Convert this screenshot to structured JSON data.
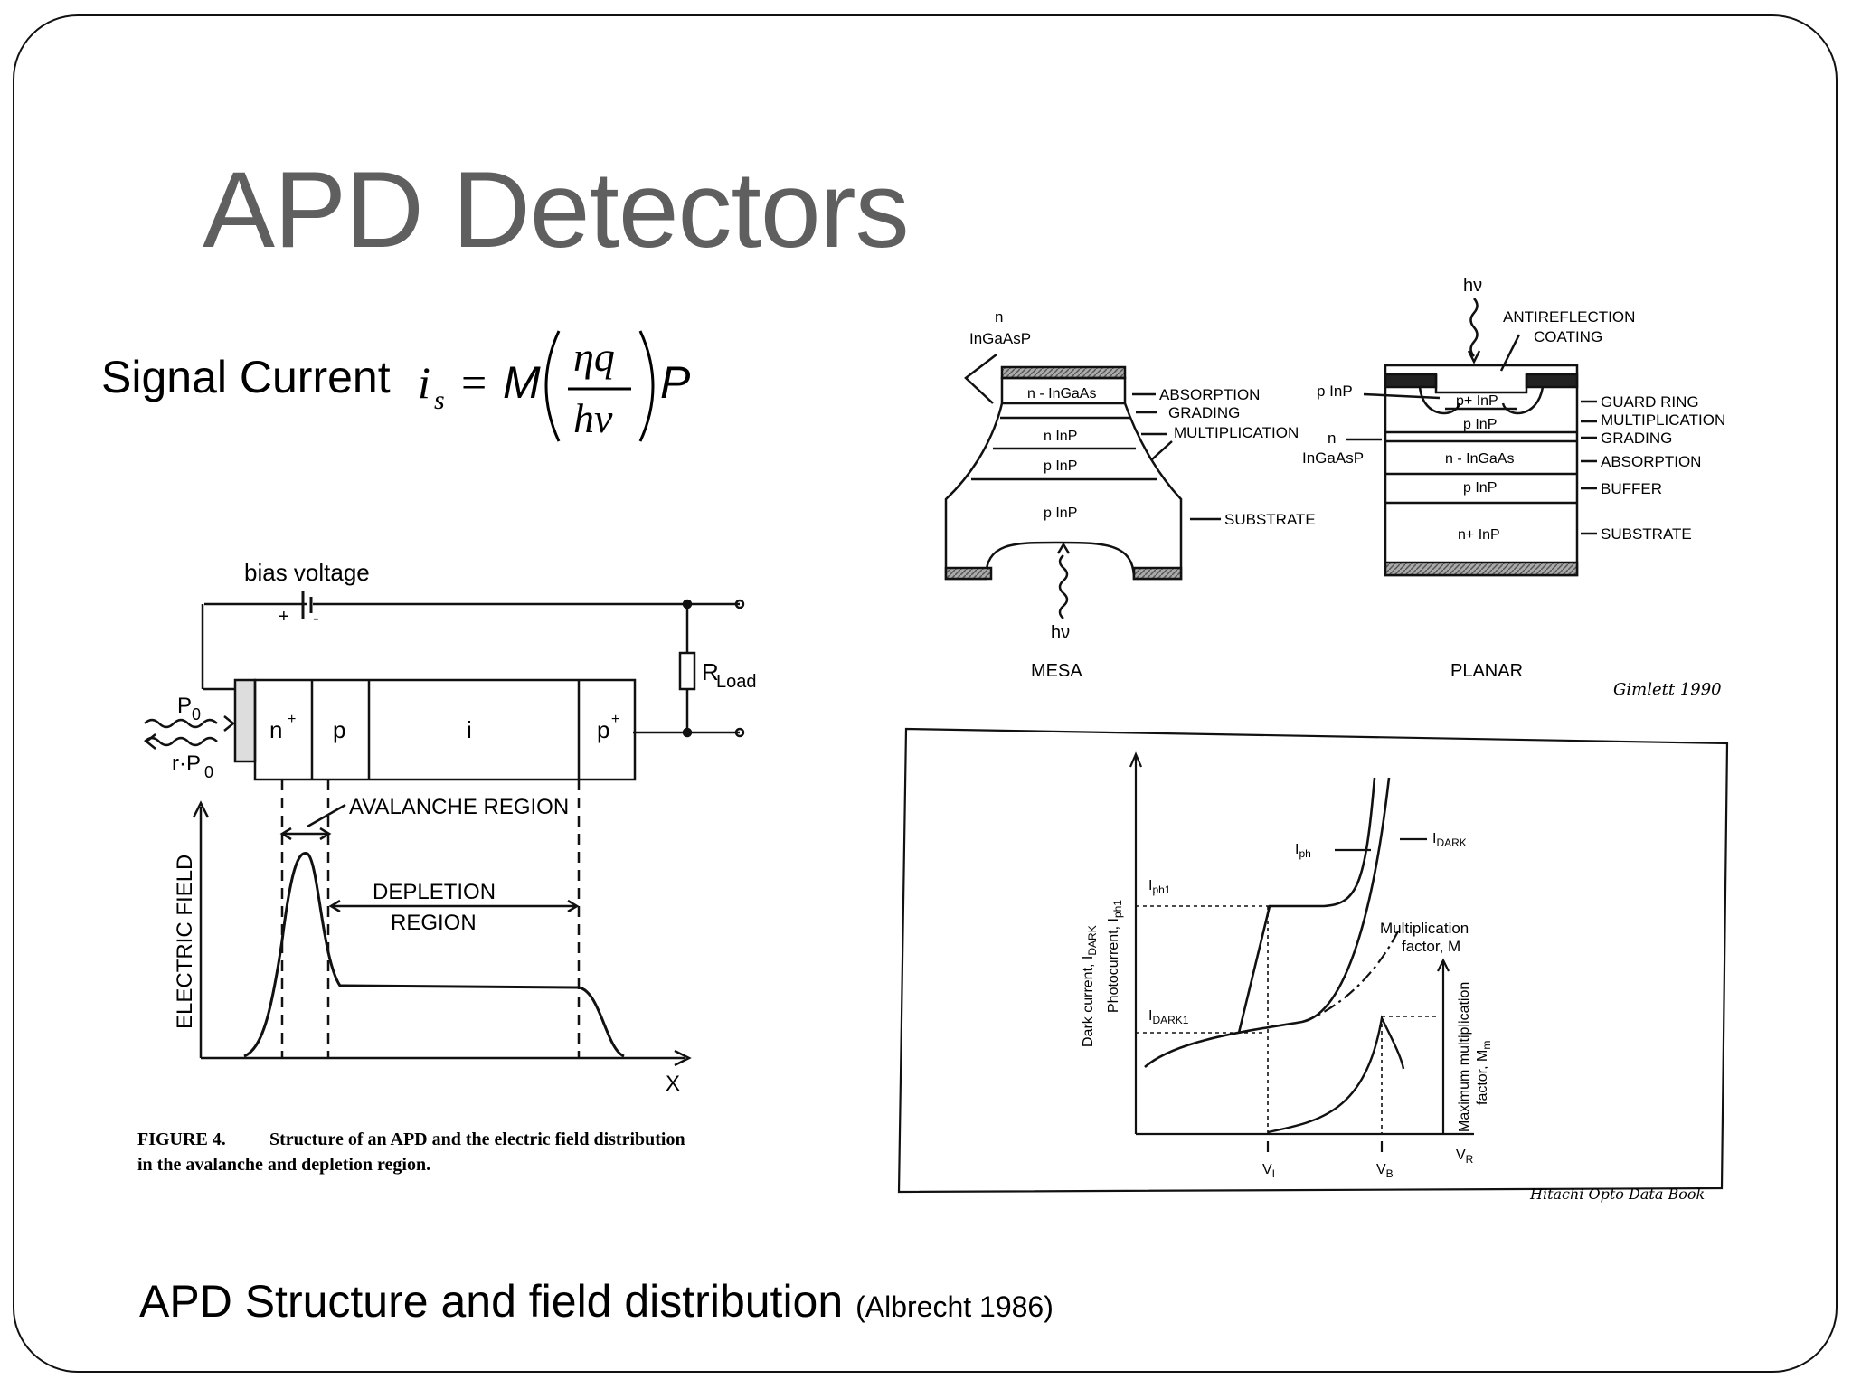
{
  "slide": {
    "title": "APD Detectors",
    "signal_label": "Signal Current",
    "bottom_caption": "APD Structure and field distribution",
    "bottom_citation": "(Albrecht 1986)"
  },
  "formula": {
    "lhs": "i",
    "lhs_sub": "s",
    "eq": "=",
    "M": "M",
    "num": "ηq",
    "den": "hν",
    "P": "P"
  },
  "left_figure": {
    "bias_voltage": "bias voltage",
    "plus": "+",
    "minus": "-",
    "r_load": "R",
    "r_load_sub": "Load",
    "p0_top": "P",
    "p0_top_sub": "0",
    "p0_bottom": "r·P",
    "p0_bottom_sub": "0",
    "layers": [
      "n",
      "p",
      "i",
      "p"
    ],
    "avalanche_region": "AVALANCHE REGION",
    "depletion_region_1": "DEPLETION",
    "depletion_region_2": "REGION",
    "electric_field": "ELECTRIC FIELD",
    "x_axis": "X",
    "figure_label": "FIGURE 4.",
    "figure_caption_1": "Structure of an APD and the electric field distribution",
    "figure_caption_2": "in the avalanche and depletion region."
  },
  "mesa": {
    "top_label_1": "n",
    "top_label_2": "InGaAsP",
    "layers": [
      "n - InGaAs",
      "n InP",
      "p InP",
      "p InP"
    ],
    "callouts": [
      "ABSORPTION",
      "GRADING",
      "MULTIPLICATION",
      "SUBSTRATE"
    ],
    "hv": "hν",
    "name": "MESA"
  },
  "planar": {
    "hv": "hν",
    "antireflection_1": "ANTIREFLECTION",
    "antireflection_2": "COATING",
    "left_labels": [
      "p InP",
      "n",
      "InGaAsP"
    ],
    "layers": [
      "p+ InP",
      "p InP",
      "n - InGaAs",
      "p InP",
      "n+ InP"
    ],
    "callouts": [
      "GUARD RING",
      "MULTIPLICATION",
      "GRADING",
      "ABSORPTION",
      "BUFFER",
      "SUBSTRATE"
    ],
    "name": "PLANAR",
    "credit": "Gimlett 1990"
  },
  "chart": {
    "y_label_1": "Dark current, I",
    "y_label_1_sub": "DARK",
    "y_label_2": "Photocurrent, I",
    "y_label_2_sub": "ph1",
    "iph": "I",
    "iph_sub": "ph",
    "idark": "I",
    "idark_sub": "DARK",
    "iph1": "I",
    "iph1_sub": "ph1",
    "idark1": "I",
    "idark1_sub": "DARK1",
    "mult_1": "Multiplication",
    "mult_2": "factor, M",
    "right_label_1": "Maximum multiplication",
    "right_label_2": "factor, M",
    "right_label_2_sub": "m",
    "v1": "V",
    "v1_sub": "I",
    "vb": "V",
    "vb_sub": "B",
    "vr": "V",
    "vr_sub": "R",
    "credit": "Hitachi Opto Data Book"
  },
  "colors": {
    "title": "#5f5f5f",
    "ink": "#111111",
    "hatch": "#555555"
  }
}
